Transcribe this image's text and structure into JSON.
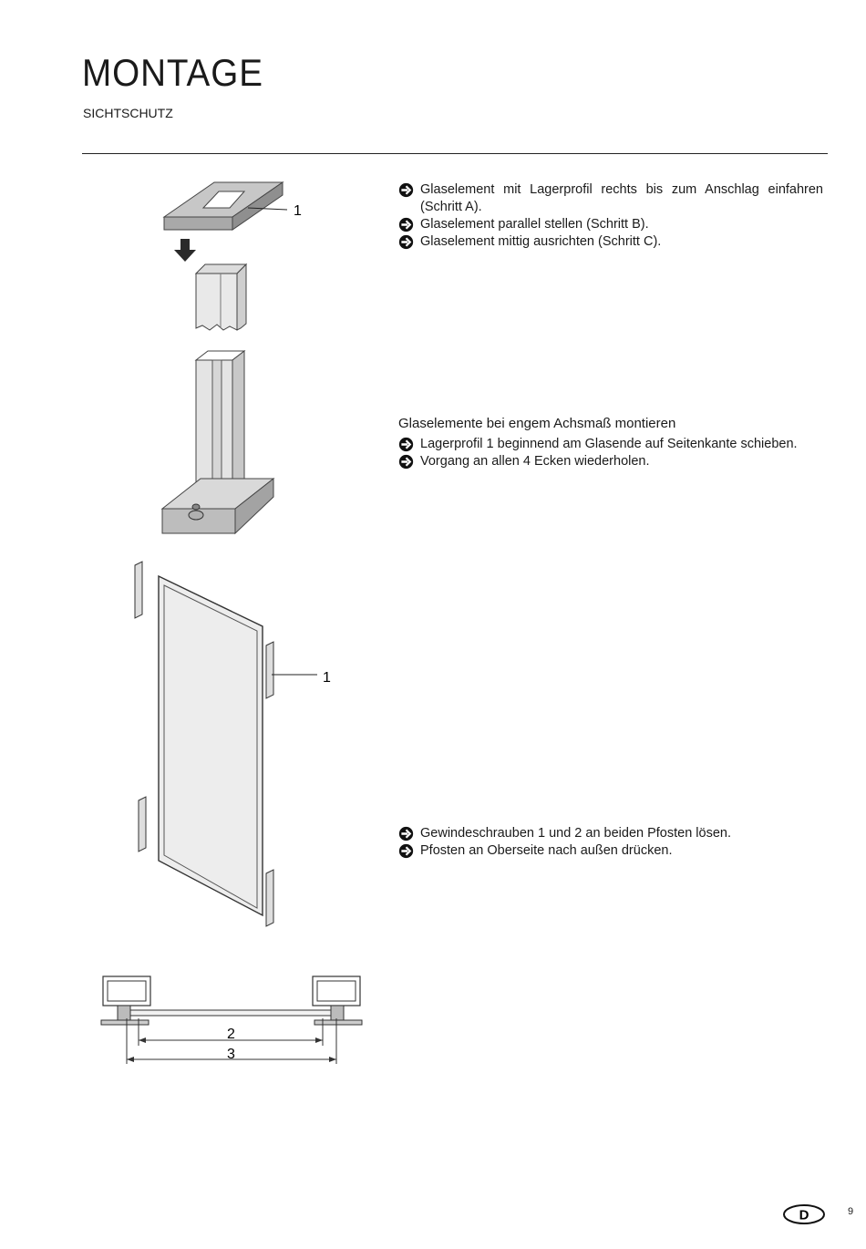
{
  "header": {
    "title": "MONTAGE",
    "subtitle": "SICHTSCHUTZ"
  },
  "section1": {
    "items": [
      {
        "text": "Glaselement mit Lagerprofil rechts bis zum Anschlag einfahren (Schritt A)."
      },
      {
        "text": "Glaselement parallel stellen (Schritt B)."
      },
      {
        "text": "Glaselement mittig ausrichten (Schritt C)."
      }
    ]
  },
  "section2": {
    "heading": "Glaselemente bei engem Achsmaß montieren",
    "items": [
      {
        "text": "Lagerprofil 1 beginnend am Glasende auf Seitenkante schieben."
      },
      {
        "text": "Vorgang an allen 4 Ecken wiederholen."
      }
    ]
  },
  "section3": {
    "items": [
      {
        "text": "Gewindeschrauben 1 und 2 an beiden Pfosten lösen."
      },
      {
        "text": "Pfosten an Oberseite nach außen drücken."
      }
    ]
  },
  "figures": {
    "post_label": "1",
    "glass_label": "1",
    "dim_inner_label": "2",
    "dim_outer_label": "3"
  },
  "footer": {
    "language_badge": "D",
    "page_number": "9"
  },
  "icons": {
    "bullet": "arrow-right-circle-icon"
  }
}
